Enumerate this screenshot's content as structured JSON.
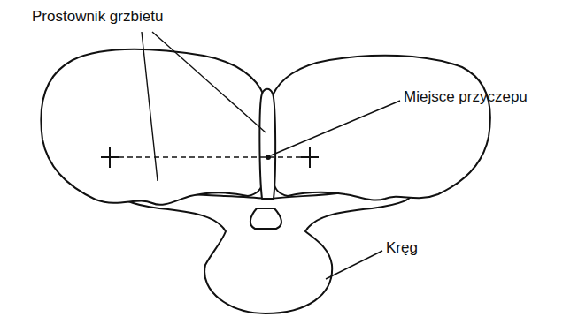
{
  "diagram": {
    "labels": [
      "Prostownik grzbietu",
      "Miejsce przyczepu",
      "Kręg"
    ]
  }
}
